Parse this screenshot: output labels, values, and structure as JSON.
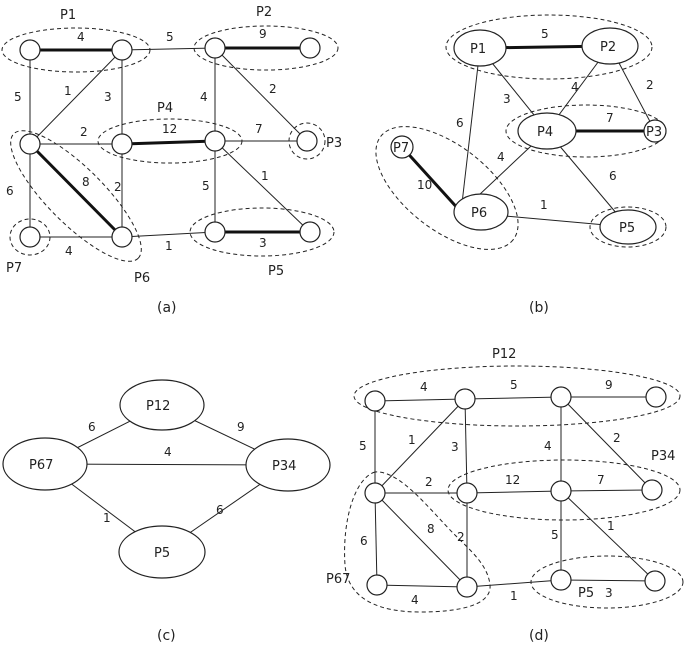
{
  "panels": {
    "a": {
      "caption": "(a)",
      "groups": [
        "P1",
        "P2",
        "P3",
        "P4",
        "P5",
        "P6",
        "P7"
      ],
      "weights": [
        "4",
        "5",
        "9",
        "5",
        "1",
        "3",
        "4",
        "2",
        "2",
        "12",
        "7",
        "6",
        "8",
        "2",
        "5",
        "1",
        "4",
        "1",
        "3"
      ]
    },
    "b": {
      "caption": "(b)",
      "nodes": [
        "P1",
        "P2",
        "P3",
        "P4",
        "P5",
        "P6",
        "P7"
      ],
      "weights": [
        "5",
        "3",
        "4",
        "2",
        "6",
        "7",
        "4",
        "6",
        "10",
        "1"
      ]
    },
    "c": {
      "caption": "(c)",
      "nodes": [
        "P12",
        "P34",
        "P67",
        "P5"
      ],
      "weights": [
        "6",
        "9",
        "4",
        "1",
        "6"
      ]
    },
    "d": {
      "caption": "(d)",
      "groups": [
        "P12",
        "P34",
        "P67",
        "P5"
      ],
      "weights": [
        "4",
        "5",
        "9",
        "5",
        "1",
        "3",
        "4",
        "2",
        "2",
        "12",
        "7",
        "6",
        "8",
        "2",
        "5",
        "1",
        "4",
        "1",
        "3"
      ]
    }
  }
}
